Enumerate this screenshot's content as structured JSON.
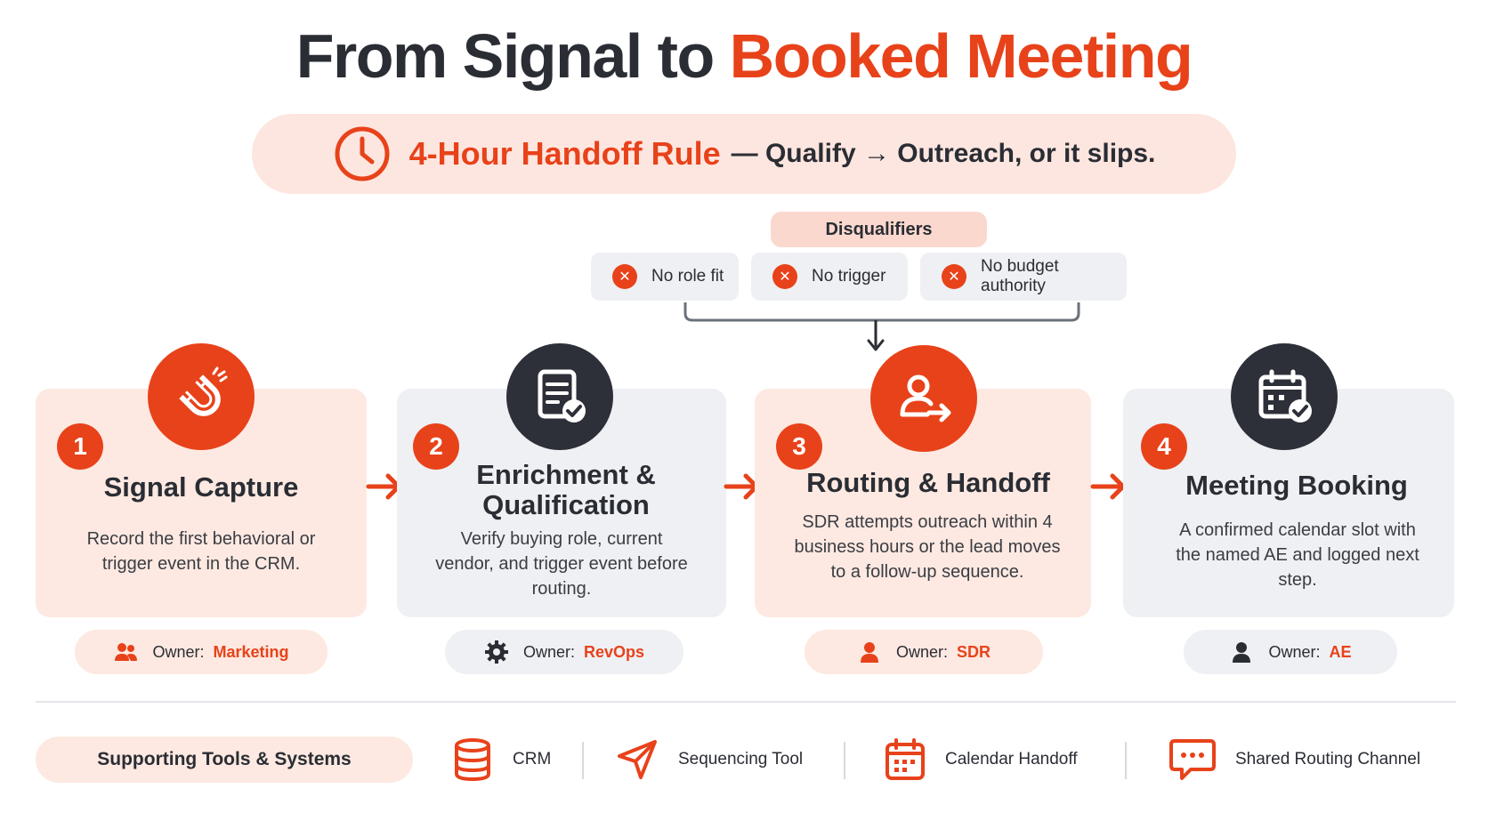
{
  "title": {
    "part1": "From Signal to",
    "part2": "Booked Meeting"
  },
  "rule": {
    "icon": "clock-icon",
    "name": "4-Hour Handoff Rule",
    "text": "— Qualify → Outreach, or it slips."
  },
  "disqualifiers": {
    "label": "Disqualifiers",
    "items": [
      "No role fit",
      "No trigger",
      "No budget authority"
    ]
  },
  "steps": [
    {
      "number": "1",
      "icon": "magnet-icon",
      "title": "Signal Capture",
      "description": "Record the first behavioral or trigger event in the CRM.",
      "owner_label": "Owner:",
      "owner": "Marketing",
      "owner_icon": "team-icon"
    },
    {
      "number": "2",
      "icon": "checklist-icon",
      "title": "Enrichment & Qualification",
      "description": "Verify buying role, current vendor, and trigger event before routing.",
      "owner_label": "Owner:",
      "owner": "RevOps",
      "owner_icon": "gear-icon"
    },
    {
      "number": "3",
      "icon": "handoff-icon",
      "title": "Routing & Handoff",
      "description": "SDR attempts outreach within 4 business hours or the lead moves to a follow-up sequence.",
      "owner_label": "Owner:",
      "owner": "SDR",
      "owner_icon": "person-icon"
    },
    {
      "number": "4",
      "icon": "calendar-check-icon",
      "title": "Meeting Booking",
      "description": "A confirmed calendar slot with the named AE and logged next step.",
      "owner_label": "Owner:",
      "owner": "AE",
      "owner_icon": "person-icon"
    }
  ],
  "tools": {
    "label": "Supporting Tools & Systems",
    "items": [
      {
        "name": "CRM",
        "icon": "database-icon"
      },
      {
        "name": "Sequencing Tool",
        "icon": "send-icon"
      },
      {
        "name": "Calendar Handoff",
        "icon": "calendar-icon"
      },
      {
        "name": "Shared Routing Channel",
        "icon": "chat-icon"
      }
    ]
  },
  "colors": {
    "accent": "#e8421a",
    "dark": "#2a2d34",
    "orange_tint": "#fde9e1",
    "gray_tint": "#eef0f3"
  }
}
